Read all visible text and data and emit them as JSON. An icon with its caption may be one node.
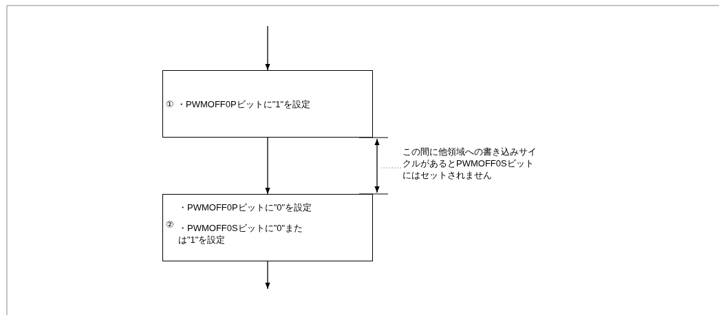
{
  "diagram": {
    "nodes": [
      {
        "text": [
          "①",
          "・PWMOFF0Pビットに\"1\"を設定"
        ]
      },
      {
        "text": [
          "②",
          "・PWMOFF0Pビットに\"0\"を設定",
          "・PWMOFF0Sビットに\"0\"または\"1\"を設定"
        ]
      },
      {
        "text": [
          "この間に他領域への書き込みサイクルがあるとPWMOFF0Sビットにはセットされません"
        ]
      }
    ],
    "edges": [
      {
        "from": null,
        "to": 0,
        "arrow": "to"
      },
      {
        "from": 0,
        "to": 1,
        "arrow": "to"
      },
      {
        "from": 0,
        "to": 1,
        "arrow": "both"
      },
      {
        "from": 1,
        "to": null,
        "arrow": "to"
      },
      {
        "from": 2,
        "to": null,
        "arrow": "none",
        "style": "dashed",
        "color": "#808080"
      }
    ]
  }
}
